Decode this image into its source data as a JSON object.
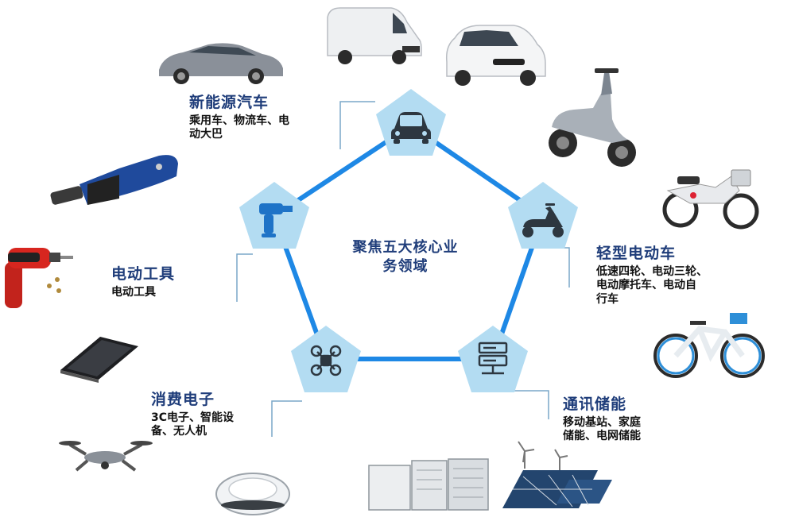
{
  "center": {
    "line1": "聚焦五大核心业",
    "line2": "务领域"
  },
  "colors": {
    "accent": "#1e88e5",
    "node_fill": "#b3dcf2",
    "title": "#1f3d7a",
    "bracket": "#7aa7c8"
  },
  "segments": [
    {
      "id": "nev",
      "icon": "car-icon",
      "title": "新能源汽车",
      "desc_lines": [
        "乘用车、物流车、电",
        "动大巴"
      ]
    },
    {
      "id": "light-ev",
      "icon": "scooter-icon",
      "title": "轻型电动车",
      "desc_lines": [
        "低速四轮、电动三轮、",
        "电动摩托车、电动自",
        "行车"
      ]
    },
    {
      "id": "telecom",
      "icon": "server-icon",
      "title": "通讯储能",
      "desc_lines": [
        "移动基站、家庭",
        "储能、电网储能"
      ]
    },
    {
      "id": "consumer",
      "icon": "drone-icon",
      "title": "消费电子",
      "desc_lines": [
        "3C电子、智能设",
        "备、无人机"
      ]
    },
    {
      "id": "tools",
      "icon": "drill-icon",
      "title": "电动工具",
      "desc_lines": [
        "电动工具"
      ]
    }
  ],
  "photos": [
    "sedan-photo",
    "van-photo",
    "small-car-photo",
    "electric-scooter-photo",
    "electric-bike-photo",
    "bicycle-photo",
    "wind-solar-photo",
    "battery-cabinet-photo",
    "robot-vacuum-photo",
    "drone-photo",
    "smartphone-photo",
    "screwdriver-photo",
    "grinder-photo"
  ]
}
